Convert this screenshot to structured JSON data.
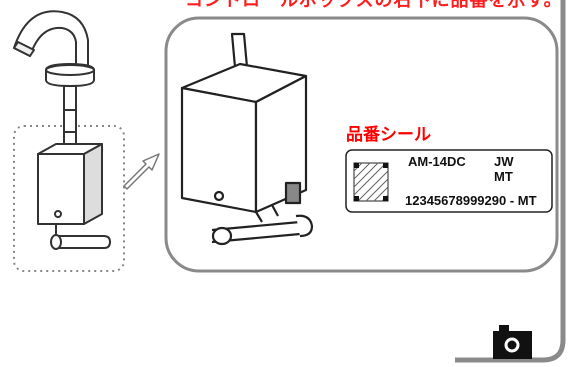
{
  "header": {
    "caption": "コントロールボックスの右下に品番を示す。"
  },
  "detail": {
    "label_title": "品番シール",
    "sticker": {
      "model": "AM-14DC",
      "code_line1": "JW",
      "code_line2": "MT",
      "serial": "12345678999290 - MT"
    }
  },
  "icons": {
    "camera": "camera-icon",
    "zoom_arrow": "arrow-right-icon"
  },
  "colors": {
    "accent_red": "#ff0000",
    "panel_border": "#8a8a8a",
    "corner_line": "#8a8a8a"
  }
}
